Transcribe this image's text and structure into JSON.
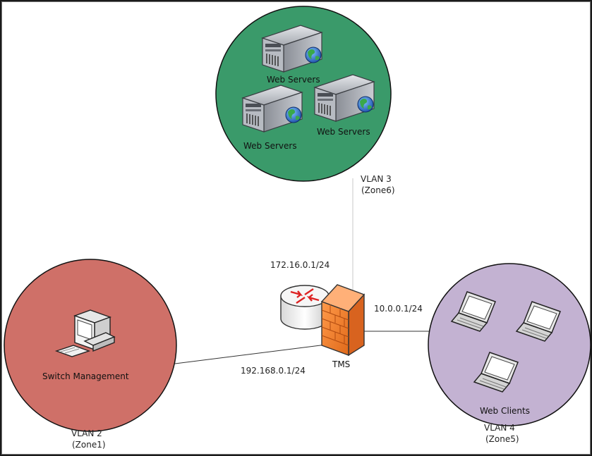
{
  "zones": {
    "web_servers": {
      "server_labels": [
        "Web Servers",
        "Web Servers",
        "Web Servers"
      ],
      "vlan": "VLAN 3",
      "zone": "(Zone6)",
      "color": "#3a9a6a"
    },
    "switch_mgmt": {
      "node_label": "Switch Management",
      "vlan": "VLAN 2",
      "zone": "(Zone1)",
      "color": "#cf7068"
    },
    "web_clients": {
      "node_label": "Web Clients",
      "vlan": "VLAN 4",
      "zone": "(Zone5)",
      "color": "#c3b2d2"
    }
  },
  "center": {
    "label": "TMS",
    "ip_top": "172.16.0.1/24",
    "ip_right": "10.0.0.1/24",
    "ip_left": "192.168.0.1/24"
  }
}
